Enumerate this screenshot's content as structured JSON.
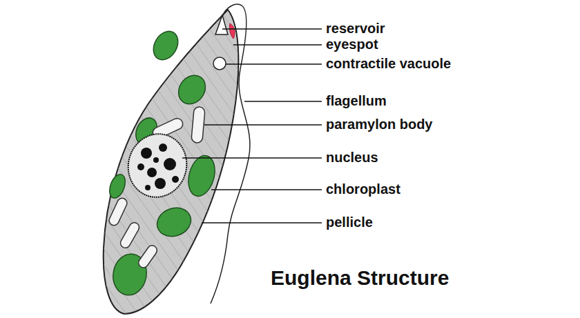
{
  "diagram": {
    "title": "Euglena Structure",
    "labels": [
      "reservoir",
      "eyespot",
      "contractile vacuole",
      "flagellum",
      "paramylon body",
      "nucleus",
      "chloroplast",
      "pellicle"
    ]
  }
}
